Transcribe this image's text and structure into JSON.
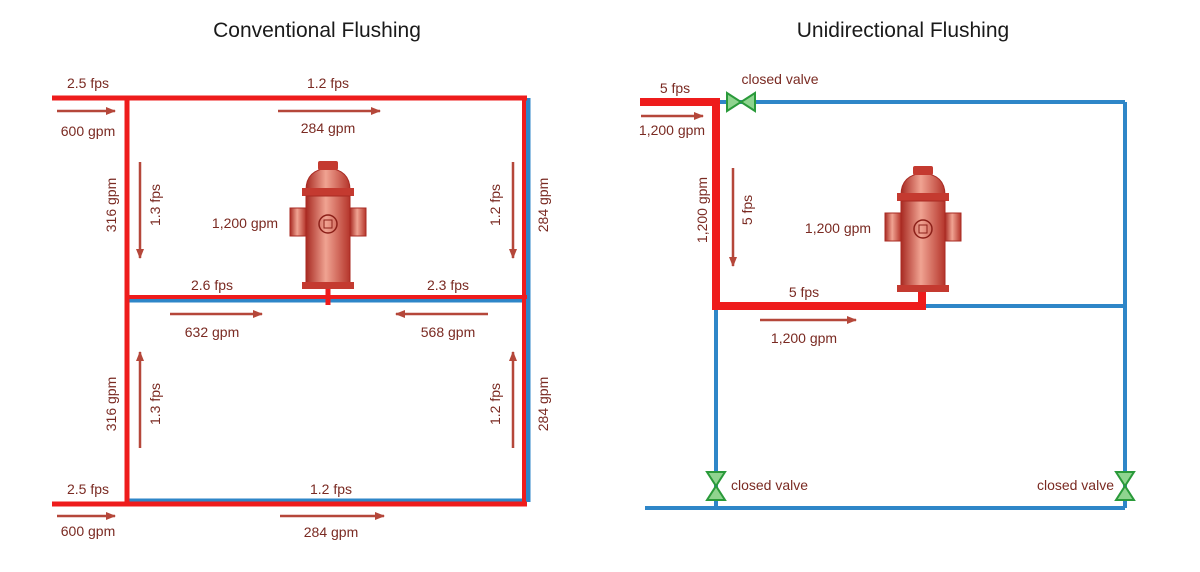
{
  "left_panel": {
    "title": "Conventional Flushing",
    "top_left_velocity": "2.5 fps",
    "top_left_flow": "600 gpm",
    "top_mid_velocity": "1.2 fps",
    "top_mid_flow": "284 gpm",
    "left_upper_flow": "316 gpm",
    "left_upper_velocity": "1.3 fps",
    "right_upper_velocity": "1.2 fps",
    "right_upper_flow": "284 gpm",
    "hydrant_flow": "1,200 gpm",
    "mid_left_velocity": "2.6 fps",
    "mid_left_flow": "632 gpm",
    "mid_right_velocity": "2.3 fps",
    "mid_right_flow": "568 gpm",
    "left_lower_flow": "316 gpm",
    "left_lower_velocity": "1.3 fps",
    "right_lower_velocity": "1.2 fps",
    "right_lower_flow": "284 gpm",
    "bottom_left_velocity": "2.5 fps",
    "bottom_left_flow": "600 gpm",
    "bottom_mid_velocity": "1.2 fps",
    "bottom_mid_flow": "284 gpm"
  },
  "right_panel": {
    "title": "Unidirectional Flushing",
    "inlet_velocity": "5 fps",
    "inlet_flow": "1,200 gpm",
    "top_valve_label": "closed valve",
    "vertical_flow": "1,200 gpm",
    "vertical_velocity": "5 fps",
    "hydrant_flow": "1,200 gpm",
    "bottom_velocity": "5 fps",
    "bottom_flow": "1,200 gpm",
    "lower_left_valve_label": "closed valve",
    "lower_right_valve_label": "closed valve"
  },
  "colors": {
    "flow_pipe": "#ee1c1c",
    "idle_pipe": "#2e86c8",
    "arrow": "#b5473a",
    "valve": "#2a9a3a",
    "hydrant": "#d9453a"
  }
}
